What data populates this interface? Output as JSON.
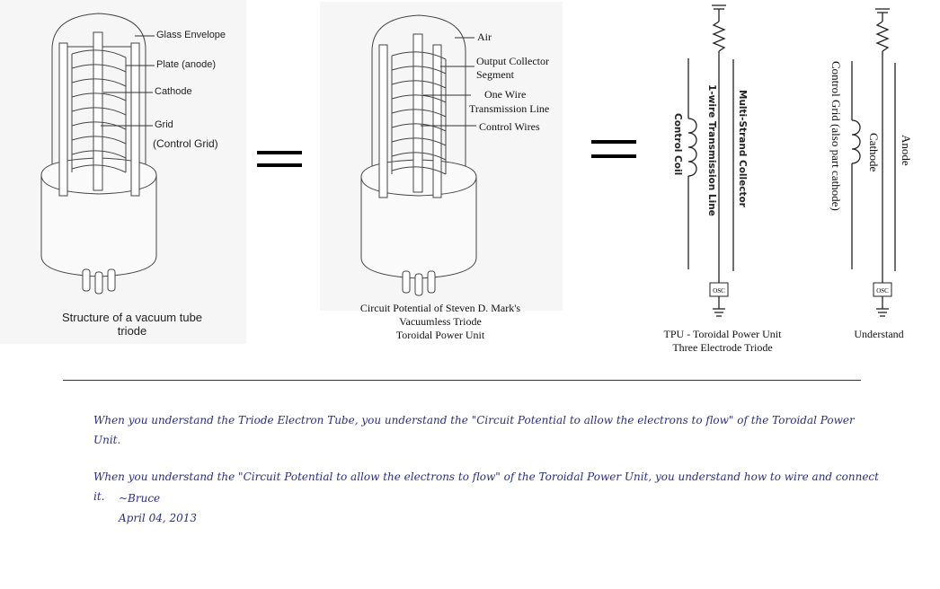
{
  "tube1": {
    "labels": {
      "glass_envelope": "Glass Envelope",
      "plate": "Plate (anode)",
      "cathode": "Cathode",
      "grid": "Grid",
      "control_grid": "(Control Grid)"
    },
    "caption_line1": "Structure of a vacuum tube",
    "caption_line2": "triode"
  },
  "tube2": {
    "labels": {
      "air": "Air",
      "output_collector_1": "Output Collector",
      "output_collector_2": "Segment",
      "one_wire_1": "One Wire",
      "one_wire_2": "Transmission Line",
      "control_wires": "Control Wires"
    },
    "caption_line1": "Circuit Potential of  Steven D. Mark's",
    "caption_line2": "Vacuumless Triode",
    "caption_line3": "Toroidal Power Unit"
  },
  "schematic1": {
    "control_coil": "Control Coil",
    "transmission_line": "1-wire Transmission Line",
    "collector": "Multi-Strand Collector",
    "osc": "OSC",
    "caption_line1": "TPU - Toroidal Power Unit",
    "caption_line2": "Three Electrode Triode"
  },
  "schematic2": {
    "control_grid": "Control Grid (also part cathode)",
    "cathode": "Cathode",
    "anode": "Anode",
    "osc": "OSC",
    "caption": "Understand"
  },
  "quotes": {
    "q1_line1": "When you understand the Triode Electron Tube, you understand the \"Circuit Potential to allow the electrons to flow\" of the Toroidal Power",
    "q1_line2": "Unit.",
    "q2_line1": "When you understand the \"Circuit Potential to allow the electrons to flow\" of the Toroidal Power Unit, you understand how to wire and connect",
    "q2_line2": "it.",
    "signature": "~Bruce",
    "date": "April 04, 2013"
  },
  "colors": {
    "quote_text": "#2a2f7a",
    "panel_bg": "#f6f6f6"
  }
}
